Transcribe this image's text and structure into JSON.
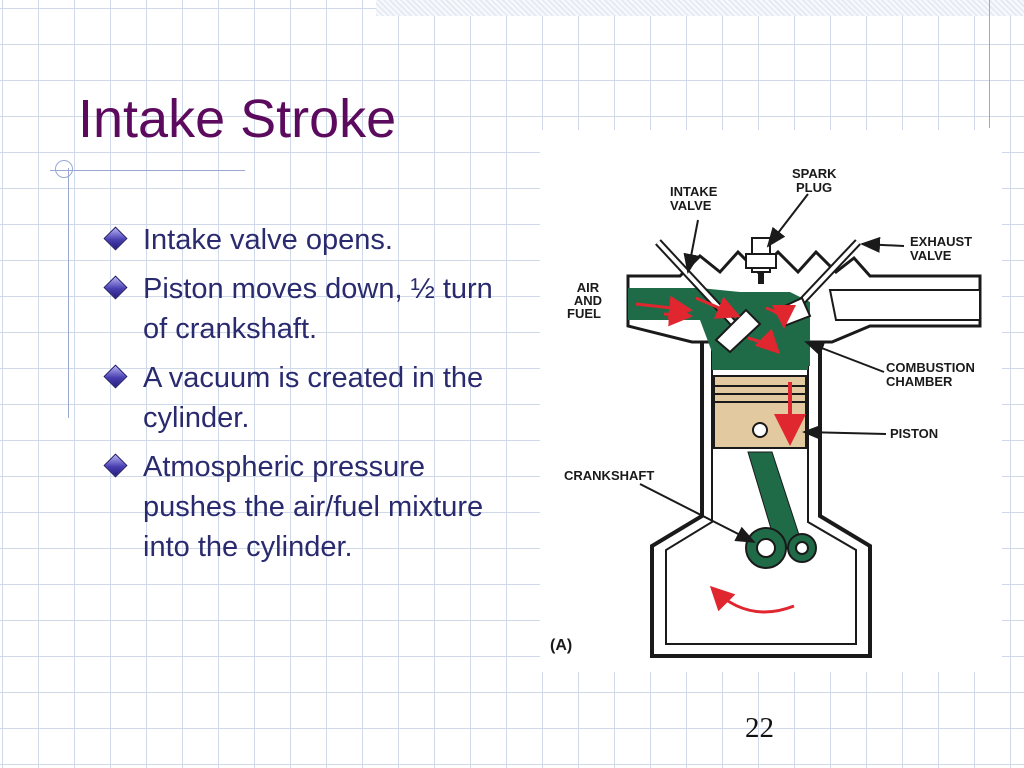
{
  "slide": {
    "title": "Intake Stroke",
    "bullets": [
      "Intake valve opens.",
      "Piston moves down, ½ turn of crankshaft.",
      "A vacuum is created in the cylinder.",
      "Atmospheric pressure pushes the air/fuel mixture into the cylinder."
    ],
    "page_number": "22"
  },
  "diagram": {
    "labels": {
      "intake_valve": [
        "INTAKE",
        "VALVE"
      ],
      "spark_plug": [
        "SPARK",
        "PLUG"
      ],
      "exhaust_valve": [
        "EXHAUST",
        "VALVE"
      ],
      "air_fuel": [
        "AIR",
        "AND",
        "FUEL"
      ],
      "combustion_chamber": [
        "COMBUSTION",
        "CHAMBER"
      ],
      "piston": "PISTON",
      "crankshaft": "CRANKSHAFT",
      "figure_label": "(A)"
    },
    "colors": {
      "charge_green": "#1f6b48",
      "piston_tan": "#e3c9a0",
      "flow_arrow_red": "#e0262e",
      "outline": "#1a1a1a"
    }
  },
  "colors": {
    "title": "#5c0a5e",
    "bullet_text": "#2a2a6e",
    "grid_line": "#cfd9ea"
  }
}
